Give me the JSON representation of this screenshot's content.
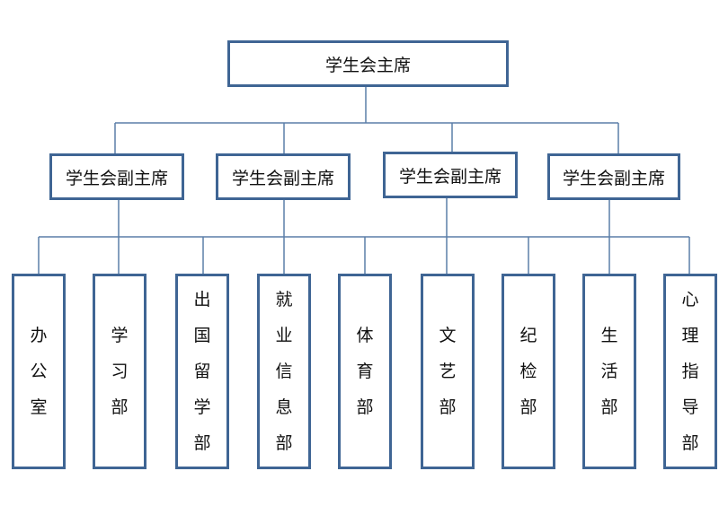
{
  "diagram": {
    "top": {
      "label": "学生会主席"
    },
    "vice": [
      {
        "label": "学生会副主席"
      },
      {
        "label": "学生会副主席"
      },
      {
        "label": "学生会副主席"
      },
      {
        "label": "学生会副主席"
      }
    ],
    "departments": [
      {
        "chars": [
          "办",
          "公",
          "室"
        ]
      },
      {
        "chars": [
          "学",
          "习",
          "部"
        ]
      },
      {
        "chars": [
          "出",
          "国",
          "留",
          "学",
          "部"
        ]
      },
      {
        "chars": [
          "就",
          "业",
          "信",
          "息",
          "部"
        ]
      },
      {
        "chars": [
          "体",
          "育",
          "部"
        ]
      },
      {
        "chars": [
          "文",
          "艺",
          "部"
        ]
      },
      {
        "chars": [
          "纪",
          "检",
          "部"
        ]
      },
      {
        "chars": [
          "生",
          "活",
          "部"
        ]
      },
      {
        "chars": [
          "心",
          "理",
          "指",
          "导",
          "部"
        ]
      }
    ],
    "colors": {
      "border": "#3f6594",
      "connector": "#5b7fa8"
    }
  }
}
